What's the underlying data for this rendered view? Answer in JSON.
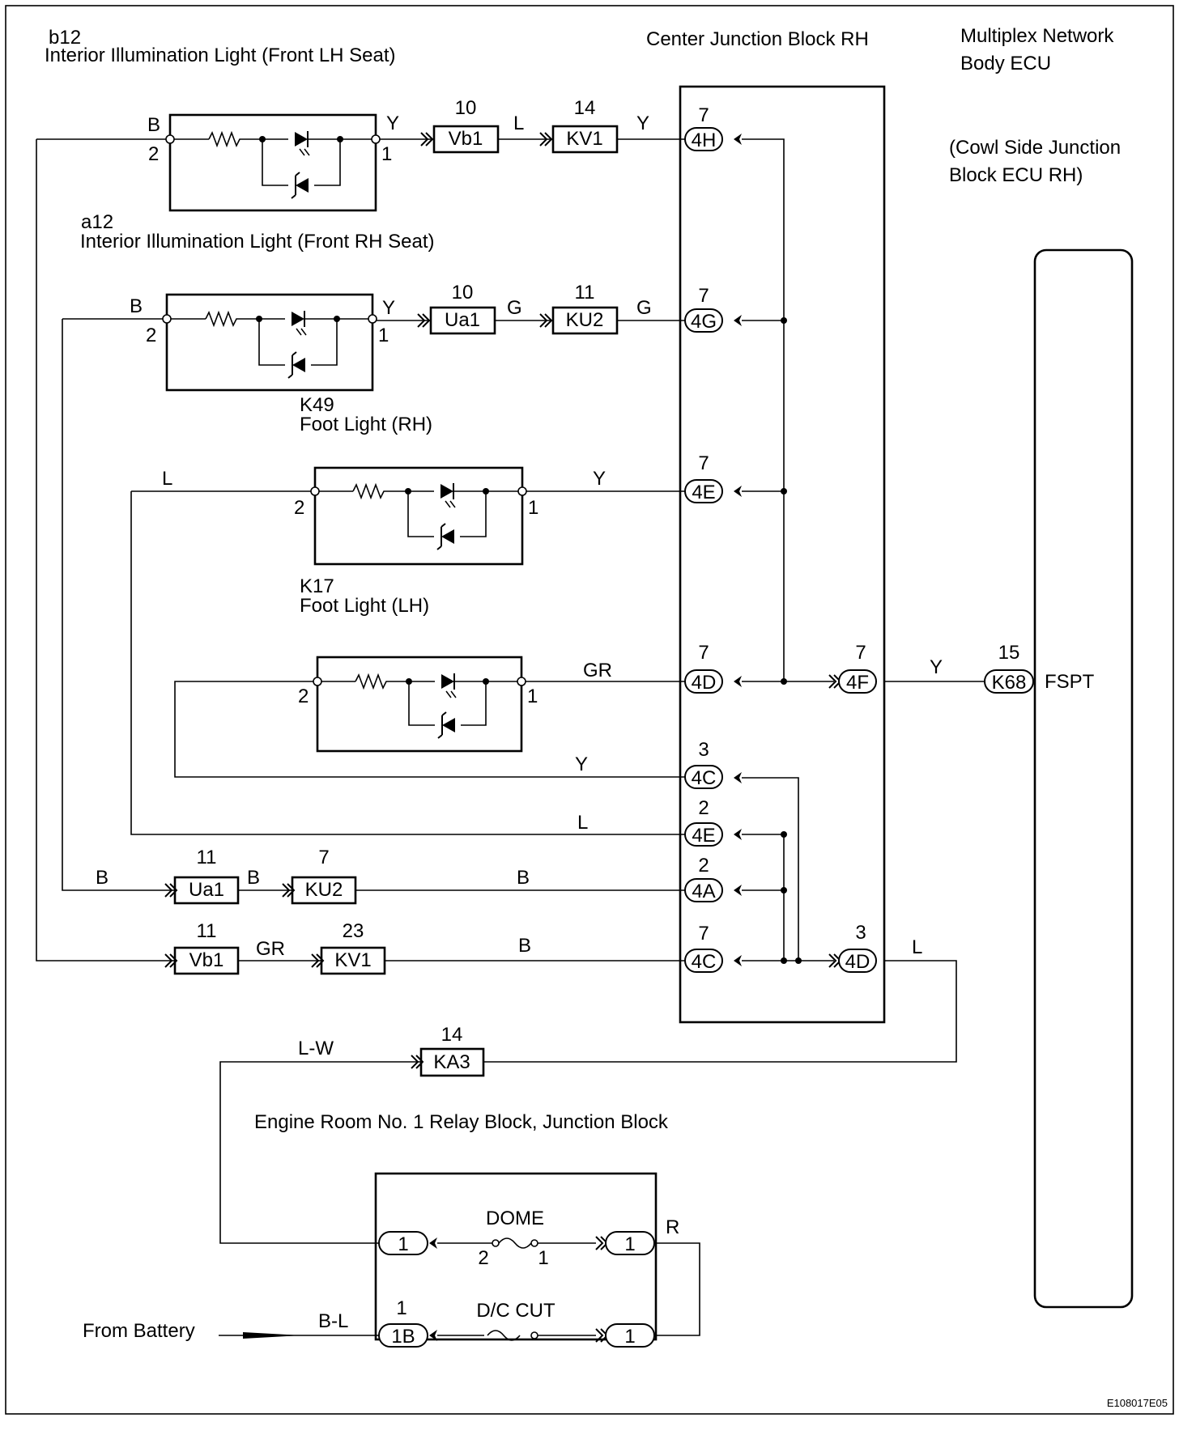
{
  "components": {
    "b12": {
      "code": "b12",
      "name": "Interior Illumination Light (Front LH Seat)"
    },
    "a12": {
      "code": "a12",
      "name": "Interior Illumination Light (Front RH Seat)"
    },
    "k49": {
      "code": "K49",
      "name": "Foot Light (RH)"
    },
    "k17": {
      "code": "K17",
      "name": "Foot Light (LH)"
    },
    "cjb": {
      "name": "Center Junction Block RH"
    },
    "ecu": {
      "line1": "Multiplex Network",
      "line2": "Body ECU",
      "line3": "(Cowl Side Junction",
      "line4": "Block ECU RH)"
    },
    "relay": {
      "name": "Engine Room No. 1 Relay Block, Junction Block"
    },
    "battery": {
      "label": "From Battery"
    },
    "fspt": {
      "label": "FSPT"
    }
  },
  "fuses": {
    "dome": "DOME",
    "dc_cut": "D/C CUT",
    "dome_pin_left": "2",
    "dome_pin_right": "1"
  },
  "pins": {
    "b12_left": "2",
    "b12_right": "1",
    "a12_left": "2",
    "a12_right": "1",
    "k49_left": "2",
    "k49_right": "1",
    "k17_left": "2",
    "k17_right": "1"
  },
  "wires": {
    "r1_b": "B",
    "r1_y": "Y",
    "r1_l": "L",
    "r1_y2": "Y",
    "r2_b": "B",
    "r2_y": "Y",
    "r2_g": "G",
    "r2_g2": "G",
    "r3_l": "L",
    "r3_y": "Y",
    "r4_gr": "GR",
    "r4_y": "Y",
    "r5_y": "Y",
    "r6_l": "L",
    "r7_b": "B",
    "r7_b2": "B",
    "r7_b3": "B",
    "r8_gr": "GR",
    "r8_b": "B",
    "r8_l": "L",
    "r9_lw": "L-W",
    "r_r": "R",
    "r_bl": "B-L"
  },
  "connectors": {
    "vb1_top": {
      "pin": "10",
      "code": "Vb1"
    },
    "kv1_top": {
      "pin": "14",
      "code": "KV1"
    },
    "ua1_top": {
      "pin": "10",
      "code": "Ua1"
    },
    "ku2_top": {
      "pin": "11",
      "code": "KU2"
    },
    "ua1_bot": {
      "pin": "11",
      "code": "Ua1"
    },
    "ku2_bot": {
      "pin": "7",
      "code": "KU2"
    },
    "vb1_bot": {
      "pin": "11",
      "code": "Vb1"
    },
    "kv1_bot": {
      "pin": "23",
      "code": "KV1"
    },
    "ka3": {
      "pin": "14",
      "code": "KA3"
    },
    "k68": {
      "pin": "15",
      "code": "K68"
    }
  },
  "cjb_pins": {
    "p4h": {
      "pin": "7",
      "code": "4H"
    },
    "p4g": {
      "pin": "7",
      "code": "4G"
    },
    "p4e_top": {
      "pin": "7",
      "code": "4E"
    },
    "p4d_top": {
      "pin": "7",
      "code": "4D"
    },
    "p4f": {
      "pin": "7",
      "code": "4F"
    },
    "p4c_top": {
      "pin": "3",
      "code": "4C"
    },
    "p4e_bot": {
      "pin": "2",
      "code": "4E"
    },
    "p4a": {
      "pin": "2",
      "code": "4A"
    },
    "p4c_bot": {
      "pin": "7",
      "code": "4C"
    },
    "p4d_bot": {
      "pin": "3",
      "code": "4D"
    }
  },
  "relay_pins": {
    "dome_left": {
      "code": "1"
    },
    "dome_right": {
      "code": "1"
    },
    "dc_left": {
      "pin": "1",
      "code": "1B"
    },
    "dc_right": {
      "code": "1"
    }
  },
  "figure_id": "E108017E05"
}
